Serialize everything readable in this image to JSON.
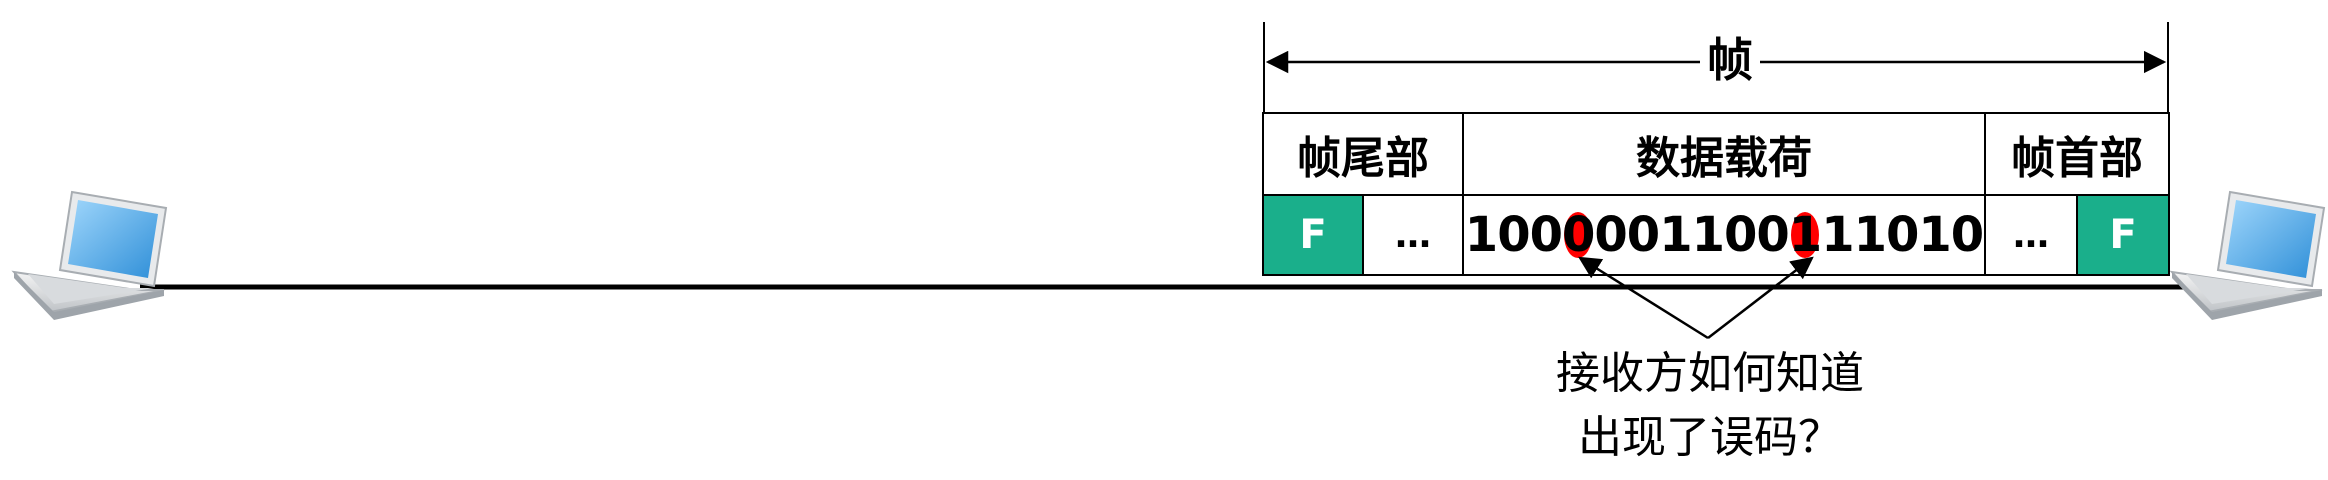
{
  "frame": {
    "title": "帧",
    "trailer_label": "帧尾部",
    "payload_label": "数据载荷",
    "header_label": "帧首部",
    "flag": "F",
    "ellipsis": "…",
    "bits_before": "100",
    "error_bit_1": "0",
    "bits_middle": "001100",
    "error_bit_2": "1",
    "bits_after": "11010"
  },
  "question": {
    "line1": "接收方如何知道",
    "line2": "出现了误码？"
  },
  "colors": {
    "flag_fill": "#1aaf8b",
    "error_highlight": "#ff0000",
    "laptop_screen": "#5ab4f0"
  },
  "icons": [
    "laptop-icon",
    "laptop-icon"
  ]
}
